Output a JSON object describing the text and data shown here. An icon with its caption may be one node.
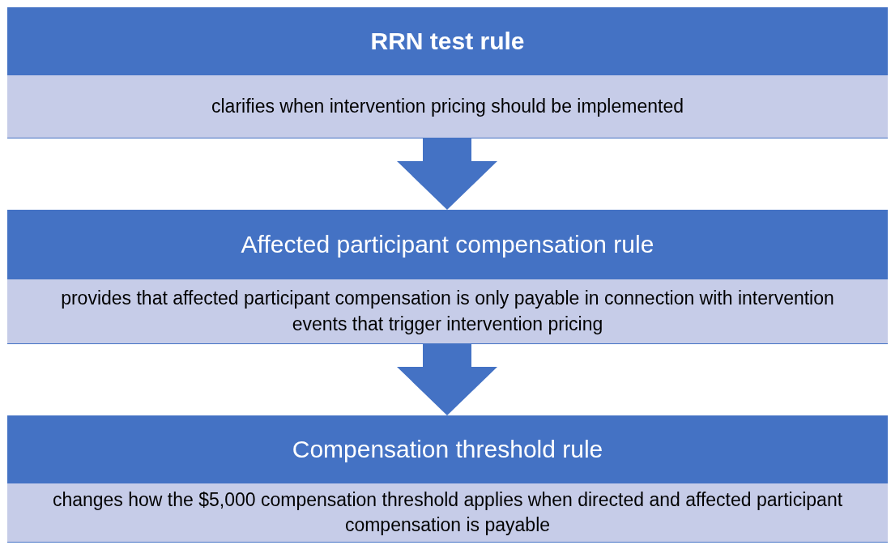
{
  "diagram": {
    "nodes": [
      {
        "text": [
          "RRN test rule",
          "clarifies when intervention pricing should be implemented"
        ]
      },
      {
        "text": [
          "Affected participant compensation rule",
          "provides that affected participant compensation is only payable in connection with intervention events that trigger intervention pricing"
        ]
      },
      {
        "text": [
          "Compensation threshold rule",
          "changes how the $5,000 compensation threshold applies when directed and affected participant compensation is payable"
        ]
      }
    ],
    "edges": [
      {
        "from": 0,
        "to": 1,
        "arrow": "to"
      },
      {
        "from": 1,
        "to": 2,
        "arrow": "to"
      }
    ]
  }
}
